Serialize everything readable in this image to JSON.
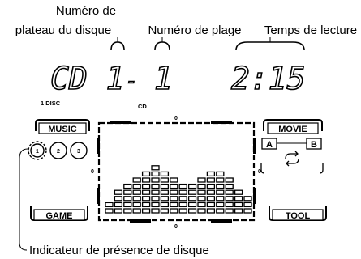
{
  "callouts": {
    "disc_tray_line1": "Numéro de",
    "disc_tray_line2": "plateau du disque",
    "track_number": "Numéro de plage",
    "playback_time": "Temps de lecture",
    "disc_presence": "Indicateur de présence de disque"
  },
  "display": {
    "disc_text": "CD 1",
    "separator": "-",
    "track": "1",
    "time": "2:15",
    "disc_count": "1 DISC",
    "cd_label": "CD",
    "top_tick": "0",
    "bottom_tick": "0",
    "left_tick": "0",
    "right_tick": "0"
  },
  "buttons": {
    "music": "MUSIC",
    "movie": "MOVIE",
    "game": "GAME",
    "tool": "TOOL",
    "a": "A",
    "b": "B"
  },
  "discs": [
    "1",
    "2",
    "3"
  ],
  "spectrum_levels": [
    2,
    4,
    5,
    6,
    7,
    8,
    7,
    6,
    5,
    5,
    6,
    7,
    7,
    6,
    4,
    3
  ],
  "spectrum_max": 9
}
